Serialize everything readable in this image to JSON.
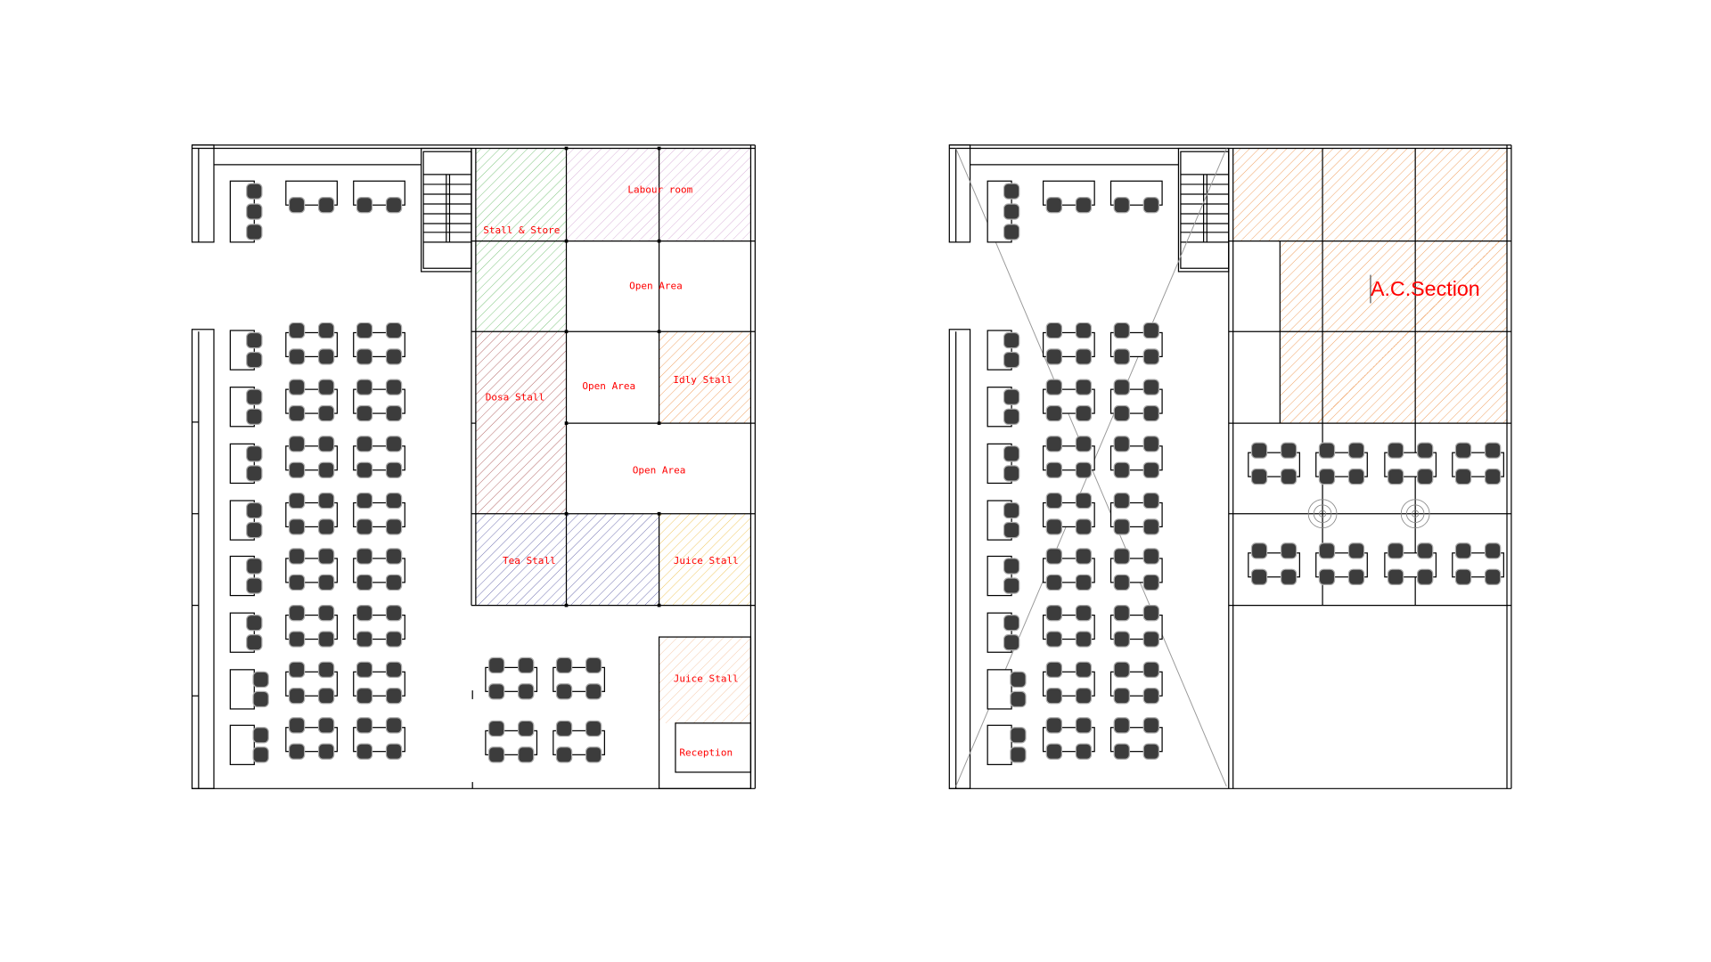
{
  "plans": {
    "ground": {
      "labels": {
        "stall_store": "Stall & Store",
        "labour_room": "Labour room",
        "open_area_1": "Open Area",
        "dosa_stall": "Dosa Stall",
        "open_area_2": "Open Area",
        "idly_stall": "Idly Stall",
        "open_area_3": "Open Area",
        "tea_stall": "Tea Stall",
        "juice_stall_1": "Juice Stall",
        "juice_stall_2": "Juice Stall",
        "reception": "Reception"
      }
    },
    "first": {
      "labels": {
        "ac_section": "A.C.Section"
      }
    }
  },
  "colors": {
    "label": "#ff0000",
    "stall_store": "#7cc47c",
    "labour_room": "#d9b3d9",
    "dosa_stall": "#b56b6b",
    "idly_stall": "#f0a060",
    "tea_stall": "#7070b0",
    "juice_stall_1": "#f0c860",
    "juice_stall_2": "#f5c8a8",
    "ac_section": "#f5a060"
  }
}
